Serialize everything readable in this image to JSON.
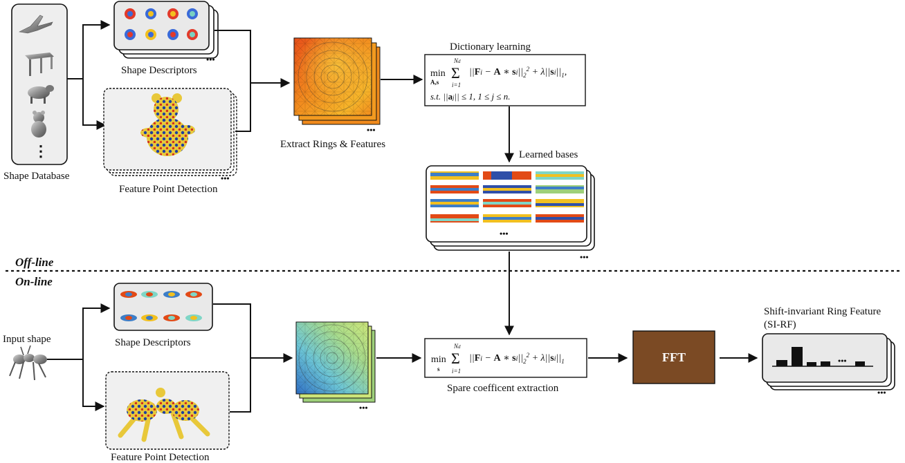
{
  "offline": {
    "section_label": "Off-line",
    "shape_database_label": "Shape Database",
    "shape_descriptors_label": "Shape Descriptors",
    "feature_point_detection_label": "Feature Point Detection",
    "extract_label": "Extract Rings & Features",
    "dictionary_learning_label": "Dictionary learning",
    "learned_bases_label": "Learned bases",
    "dictionary_formula_line1": "min_{A,s} Σ_{i=1}^{N_d} ||F_i − A ∗ s_i||_2^2 + λ||s_i||_1,",
    "dictionary_formula_line2": "s.t. ||a_j|| ≤ 1, 1 ≤ j ≤ n."
  },
  "online": {
    "section_label": "On-line",
    "input_shape_label": "Input shape",
    "shape_descriptors_label": "Shape Descriptors",
    "feature_point_detection_label": "Feature Point Detection",
    "spare_label": "Spare coefficent extraction",
    "spare_formula": "min_s Σ_{i=1}^{N_d} ||F_i − A ∗ s_i||_2^2 + λ||s_i||_1",
    "fft_label": "FFT",
    "output_label_line1": "Shift-invariant Ring Feature",
    "output_label_line2": "(SI-RF)"
  },
  "ellipsis": "•••",
  "colors": {
    "fft_box": "#7b4a24",
    "heat_orange": "#f08a1c",
    "heat_red": "#e24a16",
    "heat_yellow": "#f5c020",
    "heat_blue": "#3d7ec8",
    "heat_cyan": "#7fd6c6",
    "heat_green": "#9ed07a"
  }
}
